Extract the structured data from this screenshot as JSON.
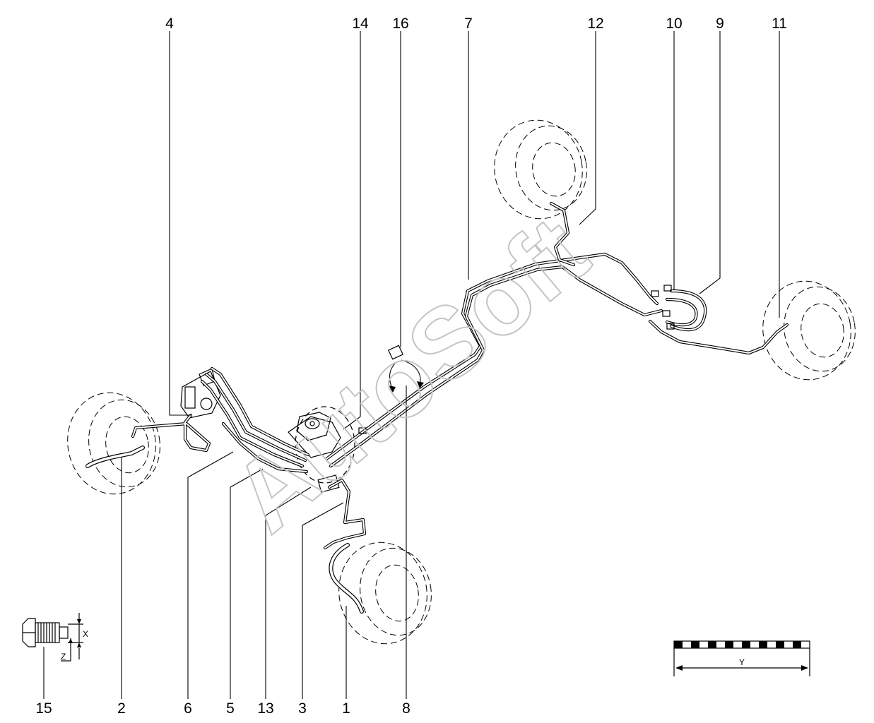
{
  "callouts": [
    {
      "id": "4",
      "text": "4"
    },
    {
      "id": "14",
      "text": "14"
    },
    {
      "id": "16",
      "text": "16"
    },
    {
      "id": "7",
      "text": "7"
    },
    {
      "id": "12",
      "text": "12"
    },
    {
      "id": "10",
      "text": "10"
    },
    {
      "id": "9",
      "text": "9"
    },
    {
      "id": "11",
      "text": "11"
    },
    {
      "id": "15",
      "text": "15"
    },
    {
      "id": "2",
      "text": "2"
    },
    {
      "id": "6",
      "text": "6"
    },
    {
      "id": "5",
      "text": "5"
    },
    {
      "id": "13",
      "text": "13"
    },
    {
      "id": "3",
      "text": "3"
    },
    {
      "id": "1",
      "text": "1"
    },
    {
      "id": "8",
      "text": "8"
    }
  ],
  "fitting_detail": {
    "x_label": "X",
    "z_label": "Z"
  },
  "scale_bar": {
    "label": "Y"
  },
  "watermark": "AutoSoft"
}
